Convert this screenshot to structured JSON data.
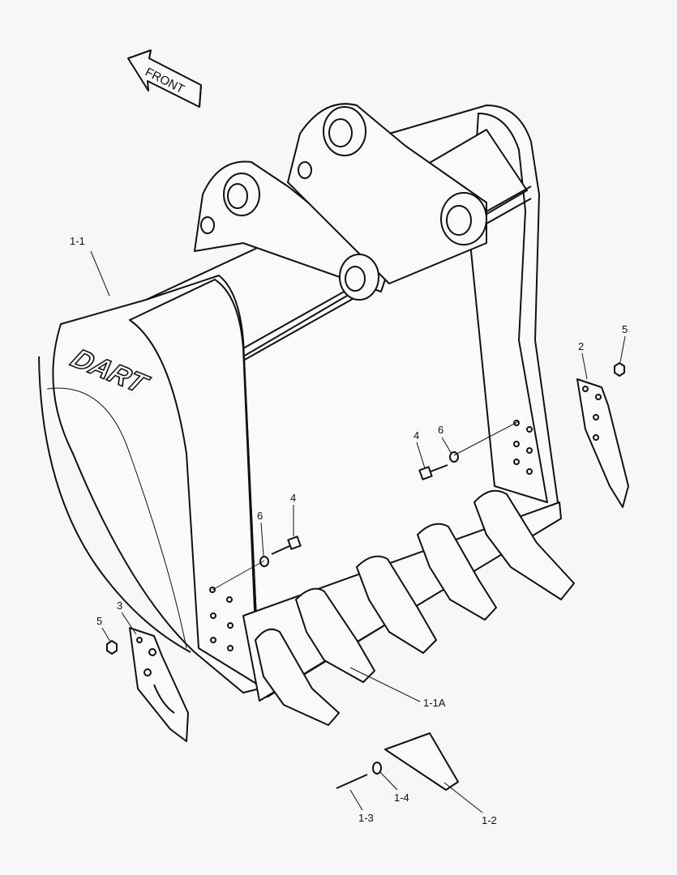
{
  "diagram": {
    "direction_label": "FRONT",
    "logo_text": "DART",
    "callouts": [
      {
        "id": "1-1"
      },
      {
        "id": "2"
      },
      {
        "id": "5"
      },
      {
        "id": "6"
      },
      {
        "id": "4"
      },
      {
        "id": "4"
      },
      {
        "id": "6"
      },
      {
        "id": "3"
      },
      {
        "id": "5"
      },
      {
        "id": "1-1A"
      },
      {
        "id": "1-3"
      },
      {
        "id": "1-4"
      },
      {
        "id": "1-2"
      }
    ]
  }
}
